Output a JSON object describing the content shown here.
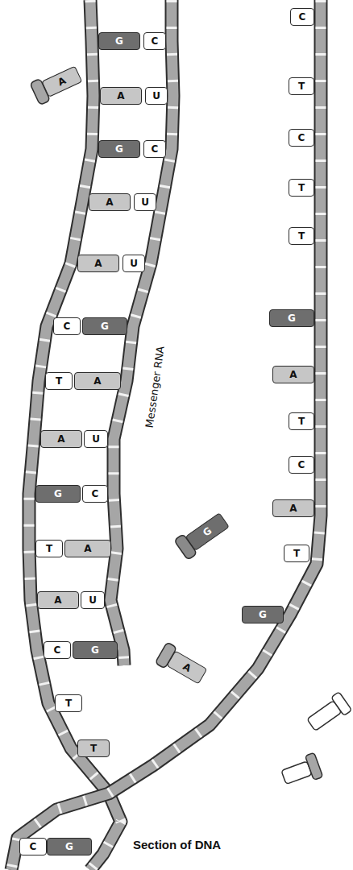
{
  "diagram": {
    "nodes": [
      {
        "text": [
          "C"
        ]
      },
      {
        "text": [
          "G"
        ]
      },
      {
        "text": [
          "C"
        ]
      },
      {
        "text": [
          "T"
        ]
      },
      {
        "text": [
          "A"
        ]
      },
      {
        "text": [
          "A"
        ]
      },
      {
        "text": [
          "U"
        ]
      },
      {
        "text": [
          "C"
        ]
      },
      {
        "text": [
          "G"
        ]
      },
      {
        "text": [
          "C"
        ]
      },
      {
        "text": [
          "T"
        ]
      },
      {
        "text": [
          "A"
        ]
      },
      {
        "text": [
          "U"
        ]
      },
      {
        "text": [
          "T"
        ]
      },
      {
        "text": [
          "A"
        ]
      },
      {
        "text": [
          "U"
        ]
      },
      {
        "text": [
          "G"
        ]
      },
      {
        "text": [
          "C"
        ]
      },
      {
        "text": [
          "G"
        ]
      },
      {
        "text": [
          "A"
        ]
      },
      {
        "text": [
          "T"
        ]
      },
      {
        "text": [
          "A"
        ]
      },
      {
        "text": [
          "T"
        ]
      },
      {
        "text": [
          "A"
        ]
      },
      {
        "text": [
          "U"
        ]
      },
      {
        "text": [
          "C"
        ]
      },
      {
        "text": [
          "G"
        ]
      },
      {
        "text": [
          "C"
        ]
      },
      {
        "text": [
          "A"
        ]
      },
      {
        "text": [
          "G"
        ]
      },
      {
        "text": [
          "T"
        ]
      },
      {
        "text": [
          "A"
        ]
      },
      {
        "text": [
          "T"
        ]
      },
      {
        "text": [
          "A"
        ]
      },
      {
        "text": [
          "U"
        ]
      },
      {
        "text": [
          "G"
        ]
      },
      {
        "text": [
          "C"
        ]
      },
      {
        "text": [
          "G"
        ]
      },
      {
        "text": [
          "A"
        ]
      },
      {
        "text": [
          "T"
        ]
      },
      {
        "text": [
          "T"
        ]
      },
      {
        "text": [
          "C"
        ]
      },
      {
        "text": [
          "G"
        ]
      }
    ],
    "labels": [
      "Messenger RNA",
      "Section of DNA"
    ]
  }
}
